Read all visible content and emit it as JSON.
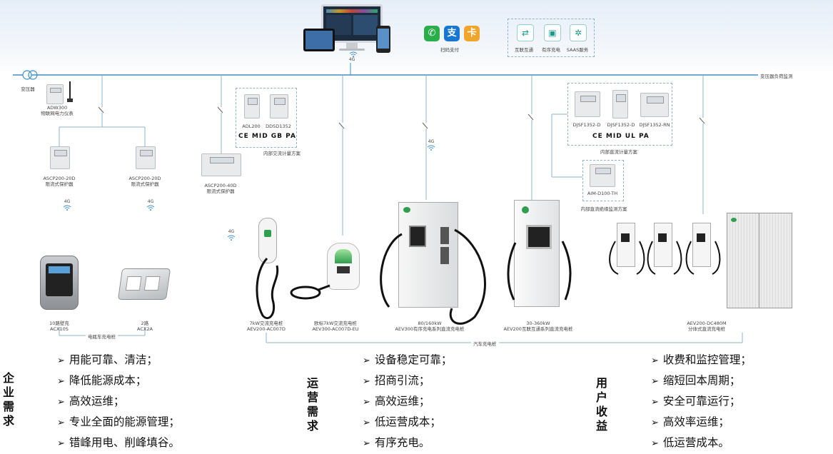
{
  "top": {
    "platform_4g": "4G",
    "pay_label": "扫码支付",
    "services": [
      "互联互通",
      "有序充电",
      "SAAS服务"
    ],
    "transformer_label": "变压器",
    "bus_right_label": "变压器负荷监测"
  },
  "meters": {
    "adw300": [
      "ADW300",
      "物联网电力仪表"
    ],
    "ascp_a": [
      "ASCP200-20D",
      "限流式保护器"
    ],
    "ascp_b": [
      "ASCP200-20D",
      "限流式保护器"
    ],
    "ascp_c": [
      "ASCP200-40D",
      "限流式保护器"
    ],
    "adl200": "ADL200",
    "ddsd": "DDSD1352",
    "ac_scheme": "内部交流计量方案",
    "djsf1": "DJSF1352-D",
    "djsf2": "DJSF1352-D",
    "djsf3": "DJSF1352-RN",
    "dc_scheme": "内部直流计量方案",
    "aim": "AIM-D100-TH",
    "insul_scheme": "内部直流绝缘监测方案",
    "cert_ac": "CE MID GB PA",
    "cert_dc": "CE MID UL PA",
    "g4": [
      "4G",
      "4G",
      "4G",
      "4G"
    ]
  },
  "chargers": {
    "ebike1": [
      "10路壁充",
      "ACX10S"
    ],
    "ebike2": [
      "2路",
      "ACX2A"
    ],
    "ebike_bus": "电瓶车充电桩",
    "ac7": [
      "7kW交流充电桩",
      "AEV200-AC007D"
    ],
    "ac7eu": [
      "欧标7kW交流充电桩",
      "AEV300-AC007D-EU"
    ],
    "dc80": [
      "80/160kW",
      "AEV300有序充电系列直流充电桩"
    ],
    "dc30": [
      "30-360kW",
      "AEV200互联互通系列直流充电桩"
    ],
    "dc480": [
      "AEV200-DC480M",
      "分体式直流充电桩"
    ],
    "car_bus": "汽车充电桩"
  },
  "needs": {
    "enterprise": {
      "title": "企业需求",
      "items": [
        "用能可靠、清洁；",
        "降低能源成本；",
        "高效运维；",
        "专业全面的能源管理；",
        "错峰用电、削峰填谷。"
      ]
    },
    "operation": {
      "title": "运营需求",
      "items": [
        "设备稳定可靠；",
        "招商引流；",
        "高效运维；",
        "低运营成本；",
        "有序充电。"
      ]
    },
    "user": {
      "title": "用户收益",
      "items": [
        "收费和监控管理；",
        "缩短回本周期；",
        "安全可靠运行；",
        "高效率运维；",
        "低运营成本。"
      ]
    }
  },
  "colors": {
    "bus": "#3b8fc9",
    "charger_green": "#2f9e4f"
  }
}
